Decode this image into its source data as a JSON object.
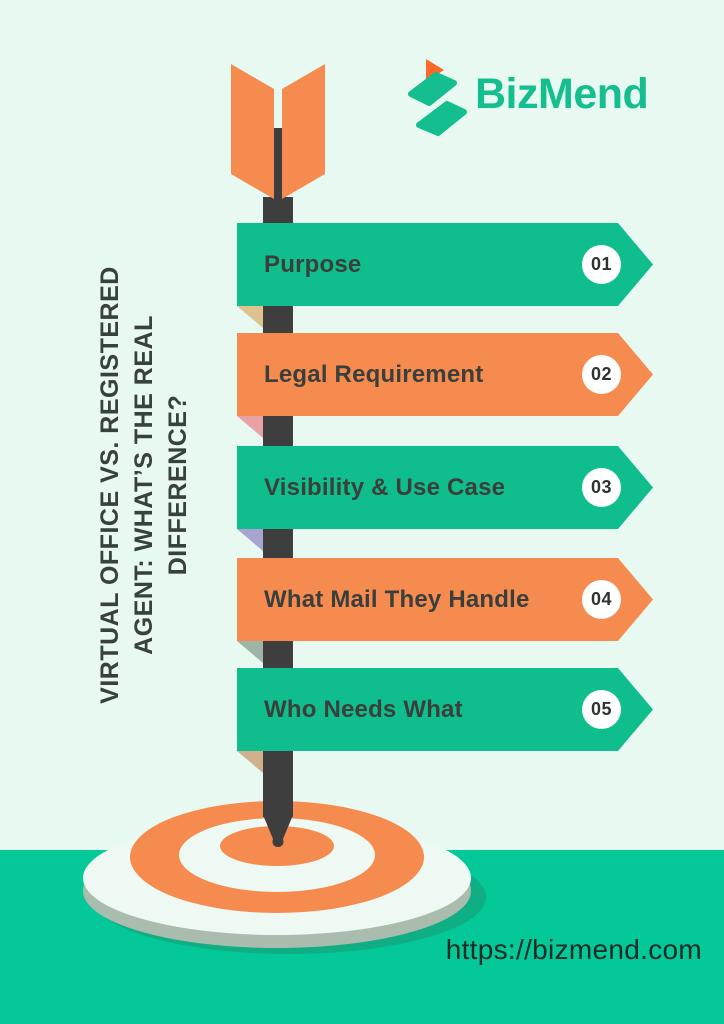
{
  "logo": {
    "brand": "BizMend",
    "icon": "bizmend-mark",
    "brand_color": "#14BE8E",
    "icon_orange": "#F96A2B",
    "icon_green": "#14BE8E"
  },
  "title": {
    "full": "VIRTUAL OFFICE VS. REGISTERED AGENT: WHAT’S THE REAL DIFFERENCE?",
    "lines": [
      "VIRTUAL OFFICE VS. REGISTERED",
      "AGENT: WHAT’S THE REAL",
      "DIFFERENCE?"
    ]
  },
  "steps": [
    {
      "number": "01",
      "label": "Purpose",
      "color": "#10BE8D",
      "fold_color": "#DFC290"
    },
    {
      "number": "02",
      "label": "Legal Requirement",
      "color": "#F68B50",
      "fold_color": "#E8A2A6"
    },
    {
      "number": "03",
      "label": "Visibility & Use Case",
      "color": "#10BE8D",
      "fold_color": "#A8A4D0"
    },
    {
      "number": "04",
      "label": "What Mail They Handle",
      "color": "#F68B50",
      "fold_color": "#9DB4A6"
    },
    {
      "number": "05",
      "label": "Who Needs What",
      "color": "#10BE8D",
      "fold_color": "#CFB28D"
    }
  ],
  "footer": {
    "url": "https://bizmend.com"
  },
  "colors": {
    "background": "#E7F9F0",
    "bottom_band": "#04C897",
    "banner_green": "#10BE8D",
    "banner_orange": "#F68B50",
    "dart_shaft": "#3E3E3E",
    "fletching": "#F68B50",
    "target_orange": "#F68B50",
    "platform_light": "#EDF9F2",
    "platform_rim": "#A9BCAE",
    "platform_shadow": "#0FAE85",
    "text_dark": "#3A403C"
  }
}
